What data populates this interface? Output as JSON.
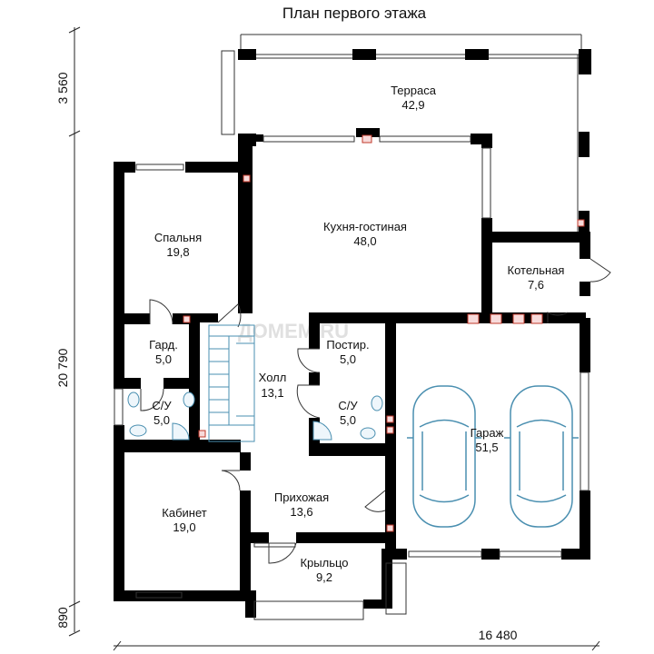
{
  "title": "План первого этажа",
  "watermark": "ДОМЕМ.RU",
  "dimensions": {
    "left_top": "3 560",
    "left_middle": "20 790",
    "left_bottom": "890",
    "bottom": "16 480"
  },
  "rooms": [
    {
      "key": "terrace",
      "name": "Терраса",
      "area": "42,9"
    },
    {
      "key": "bedroom",
      "name": "Спальня",
      "area": "19,8"
    },
    {
      "key": "kitchen",
      "name": "Кухня-гостиная",
      "area": "48,0"
    },
    {
      "key": "boiler",
      "name": "Котельная",
      "area": "7,6"
    },
    {
      "key": "wardrobe",
      "name": "Гард.",
      "area": "5,0"
    },
    {
      "key": "linen",
      "name": "Постир.",
      "area": "5,0"
    },
    {
      "key": "bath_left",
      "name": "С/У",
      "area": "5,0"
    },
    {
      "key": "hall",
      "name": "Холл",
      "area": "13,1"
    },
    {
      "key": "bath_right",
      "name": "С/У",
      "area": "5,0"
    },
    {
      "key": "garage",
      "name": "Гараж",
      "area": "51,5"
    },
    {
      "key": "cabinet",
      "name": "Кабинет",
      "area": "19,0"
    },
    {
      "key": "entrance",
      "name": "Прихожая",
      "area": "13,6"
    },
    {
      "key": "porch",
      "name": "Крыльцо",
      "area": "9,2"
    }
  ]
}
